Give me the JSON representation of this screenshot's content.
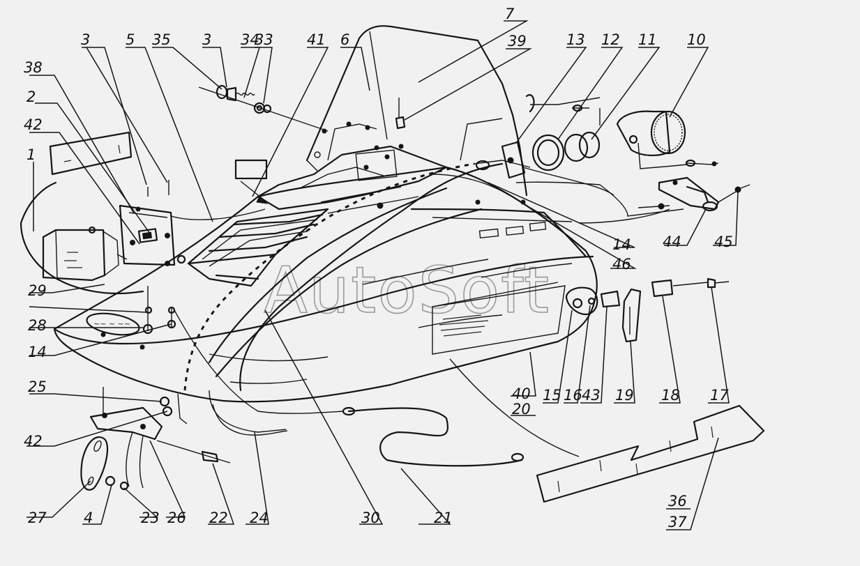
{
  "watermark": "AutoSoft",
  "colors": {
    "background": "#f1f1f1",
    "ink": "#151515",
    "watermark": "#9a9a9a"
  },
  "callouts": {
    "c1": "1",
    "c2": "2",
    "c3a": "3",
    "c3b": "3",
    "c4": "4",
    "c5": "5",
    "c6": "6",
    "c7": "7",
    "c10": "10",
    "c11": "11",
    "c12": "12",
    "c13": "13",
    "c14a": "14",
    "c14b": "14",
    "c15": "15",
    "c16": "16",
    "c17": "17",
    "c18": "18",
    "c19": "19",
    "c20": "20",
    "c21": "21",
    "c22": "22",
    "c23": "23",
    "c24": "24",
    "c25": "25",
    "c26": "26",
    "c27": "27",
    "c28": "28",
    "c29": "29",
    "c30": "30",
    "c33": "33",
    "c34": "34",
    "c35": "35",
    "c36": "36",
    "c37": "37",
    "c38": "38",
    "c39": "39",
    "c40": "40",
    "c41": "41",
    "c42a": "42",
    "c42b": "42",
    "c43": "43",
    "c44": "44",
    "c45": "45",
    "c46": "46"
  }
}
